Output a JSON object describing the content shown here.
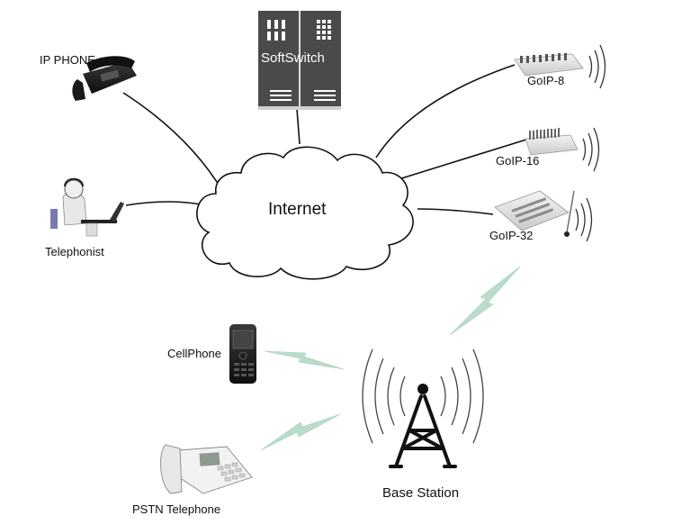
{
  "labels": {
    "softswitch": "SoftSwitch",
    "ip_phone": "IP PHONE",
    "telephonist": "Telephonist",
    "internet": "Internet",
    "goip8": "GoIP-8",
    "goip16": "GoIP-16",
    "goip32": "GoIP-32",
    "cellphone": "CellPhone",
    "base_station": "Base Station",
    "pstn": "PSTN Telephone"
  },
  "icons": {
    "softswitch": "server-rack-icon",
    "ip_phone": "desk-phone-icon",
    "telephonist": "operator-headset-icon",
    "cloud": "cloud-icon",
    "goip8": "gateway-device-icon",
    "goip16": "gateway-device-icon",
    "goip32": "gateway-device-icon",
    "cellphone": "mobile-phone-icon",
    "base_station": "radio-tower-icon",
    "pstn": "landline-phone-icon",
    "wireless": "lightning-signal-icon"
  },
  "colors": {
    "line": "#111111",
    "softswitch_body": "#4a4a4a",
    "wireless_signal": "#b9dccb",
    "device_gray": "#d6d6d6"
  }
}
